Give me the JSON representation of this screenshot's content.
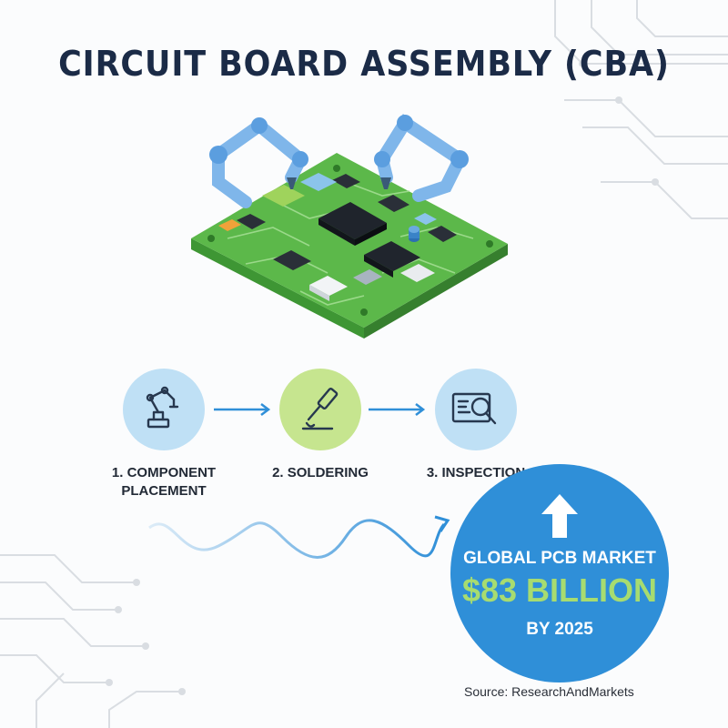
{
  "title": "CIRCUIT BOARD ASSEMBLY (CBA)",
  "steps": [
    {
      "line1": "1. COMPONENT",
      "line2": "PLACEMENT",
      "icon": "robot-arm-icon",
      "color": "#bfe0f5"
    },
    {
      "line1": "2. SOLDERING",
      "line2": "",
      "icon": "soldering-iron-icon",
      "color": "#c6e58f"
    },
    {
      "line1": "3. INSPECTION",
      "line2": "",
      "icon": "magnifier-inspection-icon",
      "color": "#bfe0f5"
    }
  ],
  "market": {
    "label": "GLOBAL PCB MARKET",
    "value": "$83 BILLION",
    "year": "BY 2025",
    "icon": "up-arrow-icon"
  },
  "source": "Source: ResearchAndMarkets",
  "colors": {
    "title": "#1b2b47",
    "board": "#5cb84a",
    "market_circle": "#2f8fd8",
    "market_value": "#a7dc70",
    "arrow": "#2f8fd8"
  }
}
